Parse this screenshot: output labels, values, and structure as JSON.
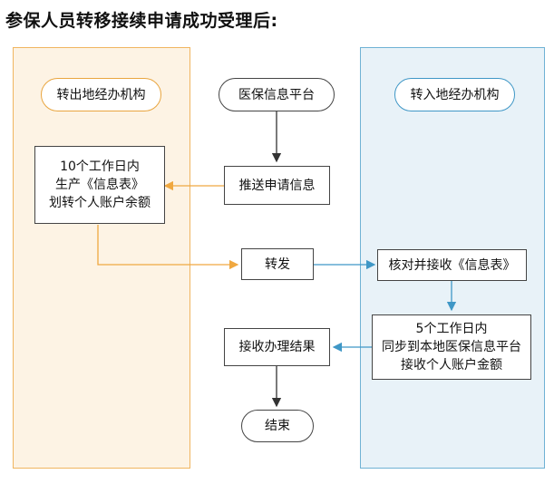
{
  "title": "参保人员转移接续申请成功受理后:",
  "lanes": {
    "left": "转出地经办机构",
    "right": "转入地经办机构"
  },
  "nodes": {
    "platform": "医保信息平台",
    "push_info": "推送申请信息",
    "transfer_out": [
      "10个工作日内",
      "生产《信息表》",
      "划转个人账户余额"
    ],
    "forward": "转发",
    "verify": "核对并接收《信息表》",
    "sync": [
      "5个工作日内",
      "同步到本地医保信息平台",
      "接收个人账户金额"
    ],
    "receive_result": "接收办理结果",
    "end": "结束"
  },
  "colors": {
    "orange_arrow": "#f0a840",
    "blue_arrow": "#3f97c6",
    "black_arrow": "#333333"
  }
}
